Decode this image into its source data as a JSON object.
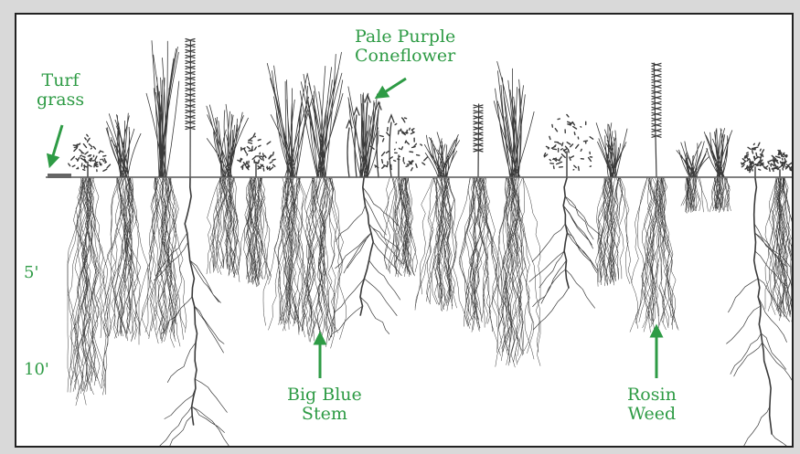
{
  "colors": {
    "accent": "#2e9b45",
    "ink": "#3a3a3a",
    "ground": "#555555"
  },
  "labels": {
    "turf": [
      "Turf",
      "grass"
    ],
    "coneflower": [
      "Pale Purple",
      "Coneflower"
    ],
    "bigbluestem": [
      "Big Blue",
      "Stem"
    ],
    "rosin": [
      "Rosin",
      "Weed"
    ]
  },
  "depth": {
    "five": "5'",
    "ten": "10'"
  },
  "icons": {
    "turf_arrow": "arrow-down-left-icon",
    "coneflower_arrow": "arrow-down-left-icon",
    "bigbluestem_arrow": "arrow-up-icon",
    "rosin_arrow": "arrow-up-icon"
  }
}
